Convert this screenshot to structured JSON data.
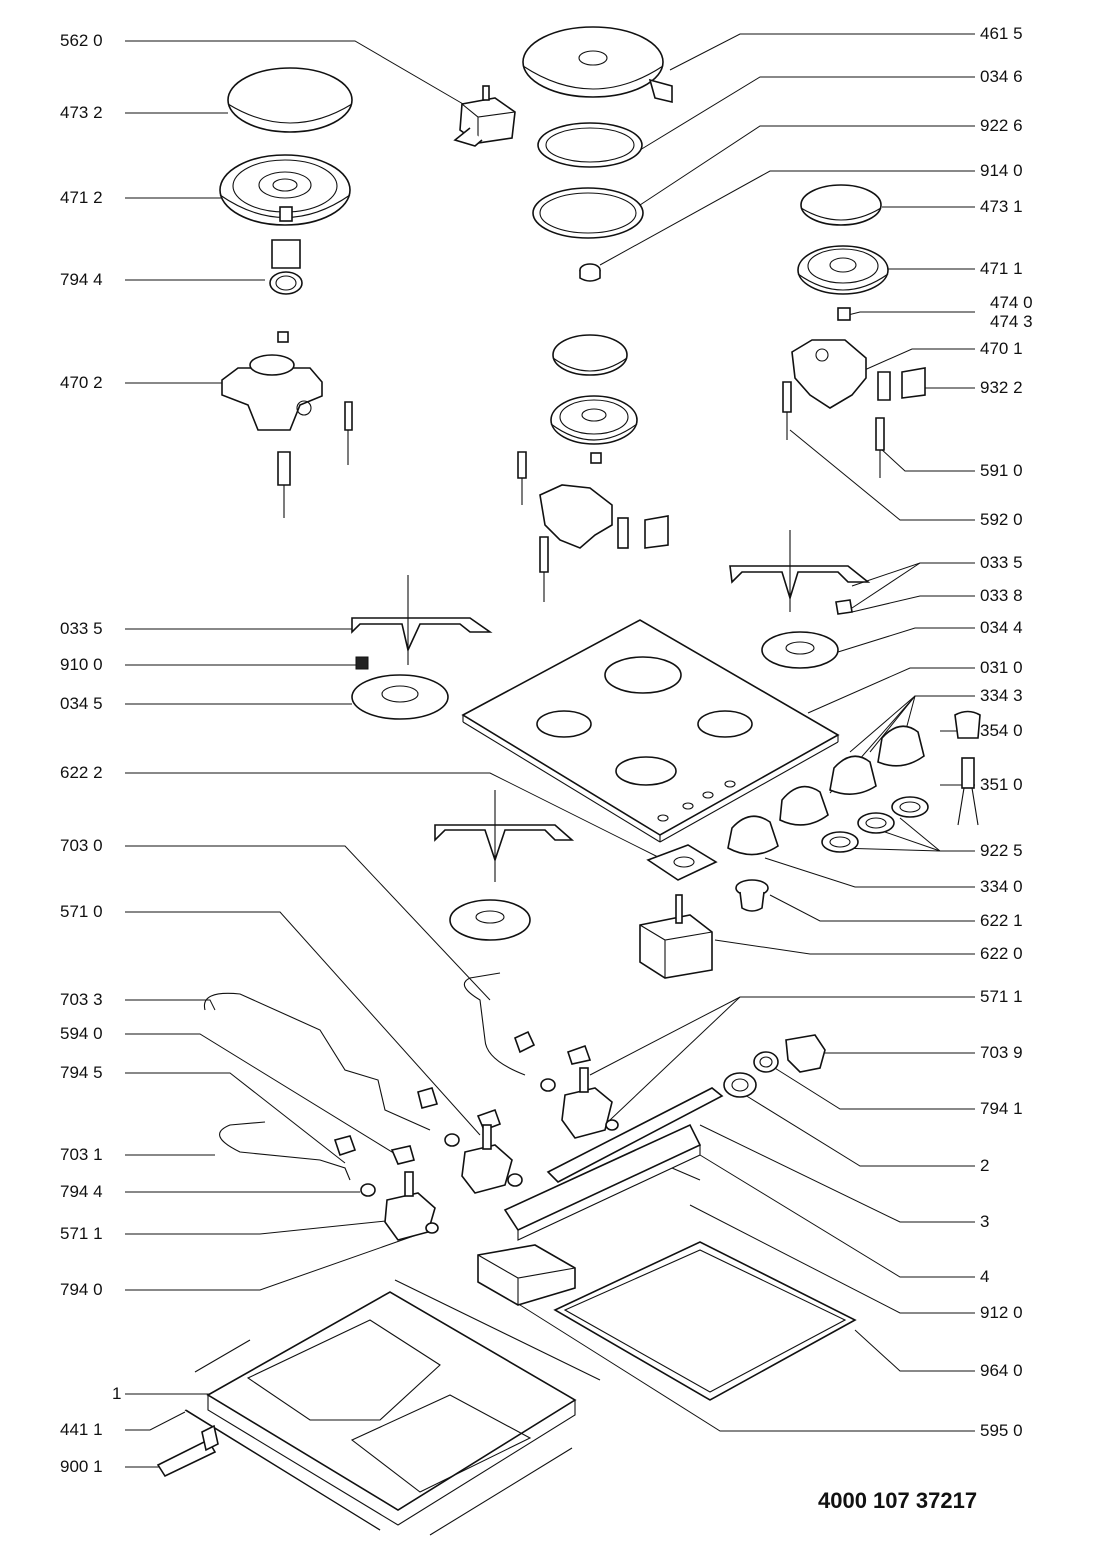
{
  "labels_left": [
    {
      "id": "l1",
      "text": "562 0"
    },
    {
      "id": "l2",
      "text": "473 2"
    },
    {
      "id": "l3",
      "text": "471 2"
    },
    {
      "id": "l4",
      "text": "794 4"
    },
    {
      "id": "l5",
      "text": "470 2"
    },
    {
      "id": "l6",
      "text": "033 5"
    },
    {
      "id": "l7",
      "text": "910 0"
    },
    {
      "id": "l8",
      "text": "034 5"
    },
    {
      "id": "l9",
      "text": "622 2"
    },
    {
      "id": "l10",
      "text": "703 0"
    },
    {
      "id": "l11",
      "text": "571 0"
    },
    {
      "id": "l12",
      "text": "703 3"
    },
    {
      "id": "l13",
      "text": "594 0"
    },
    {
      "id": "l14",
      "text": "794 5"
    },
    {
      "id": "l15",
      "text": "703 1"
    },
    {
      "id": "l16",
      "text": "794 4"
    },
    {
      "id": "l17",
      "text": "571 1"
    },
    {
      "id": "l18",
      "text": "794 0"
    },
    {
      "id": "l19",
      "text": "1"
    },
    {
      "id": "l20",
      "text": "441 1"
    },
    {
      "id": "l21",
      "text": "900 1"
    }
  ],
  "labels_right": [
    {
      "id": "r1",
      "text": "461 5"
    },
    {
      "id": "r2",
      "text": "034 6"
    },
    {
      "id": "r3",
      "text": "922 6"
    },
    {
      "id": "r4",
      "text": "914 0"
    },
    {
      "id": "r5",
      "text": "473 1"
    },
    {
      "id": "r6",
      "text": "471 1"
    },
    {
      "id": "r7",
      "text": "474 0"
    },
    {
      "id": "r8",
      "text": "474 3"
    },
    {
      "id": "r9",
      "text": "470 1"
    },
    {
      "id": "r10",
      "text": "932 2"
    },
    {
      "id": "r11",
      "text": "591 0"
    },
    {
      "id": "r12",
      "text": "592 0"
    },
    {
      "id": "r13",
      "text": "033 5"
    },
    {
      "id": "r14",
      "text": "033 8"
    },
    {
      "id": "r15",
      "text": "034 4"
    },
    {
      "id": "r16",
      "text": "031 0"
    },
    {
      "id": "r17",
      "text": "334 3"
    },
    {
      "id": "r18",
      "text": "354 0"
    },
    {
      "id": "r19",
      "text": "351 0"
    },
    {
      "id": "r20",
      "text": "922 5"
    },
    {
      "id": "r21",
      "text": "334 0"
    },
    {
      "id": "r22",
      "text": "622 1"
    },
    {
      "id": "r23",
      "text": "622 0"
    },
    {
      "id": "r24",
      "text": "571 1"
    },
    {
      "id": "r25",
      "text": "703 9"
    },
    {
      "id": "r26",
      "text": "794 1"
    },
    {
      "id": "r27",
      "text": "2"
    },
    {
      "id": "r28",
      "text": "3"
    },
    {
      "id": "r29",
      "text": "4"
    },
    {
      "id": "r30",
      "text": "912 0"
    },
    {
      "id": "r31",
      "text": "964 0"
    },
    {
      "id": "r32",
      "text": "595 0"
    }
  ],
  "document_number": "4000 107 37217"
}
